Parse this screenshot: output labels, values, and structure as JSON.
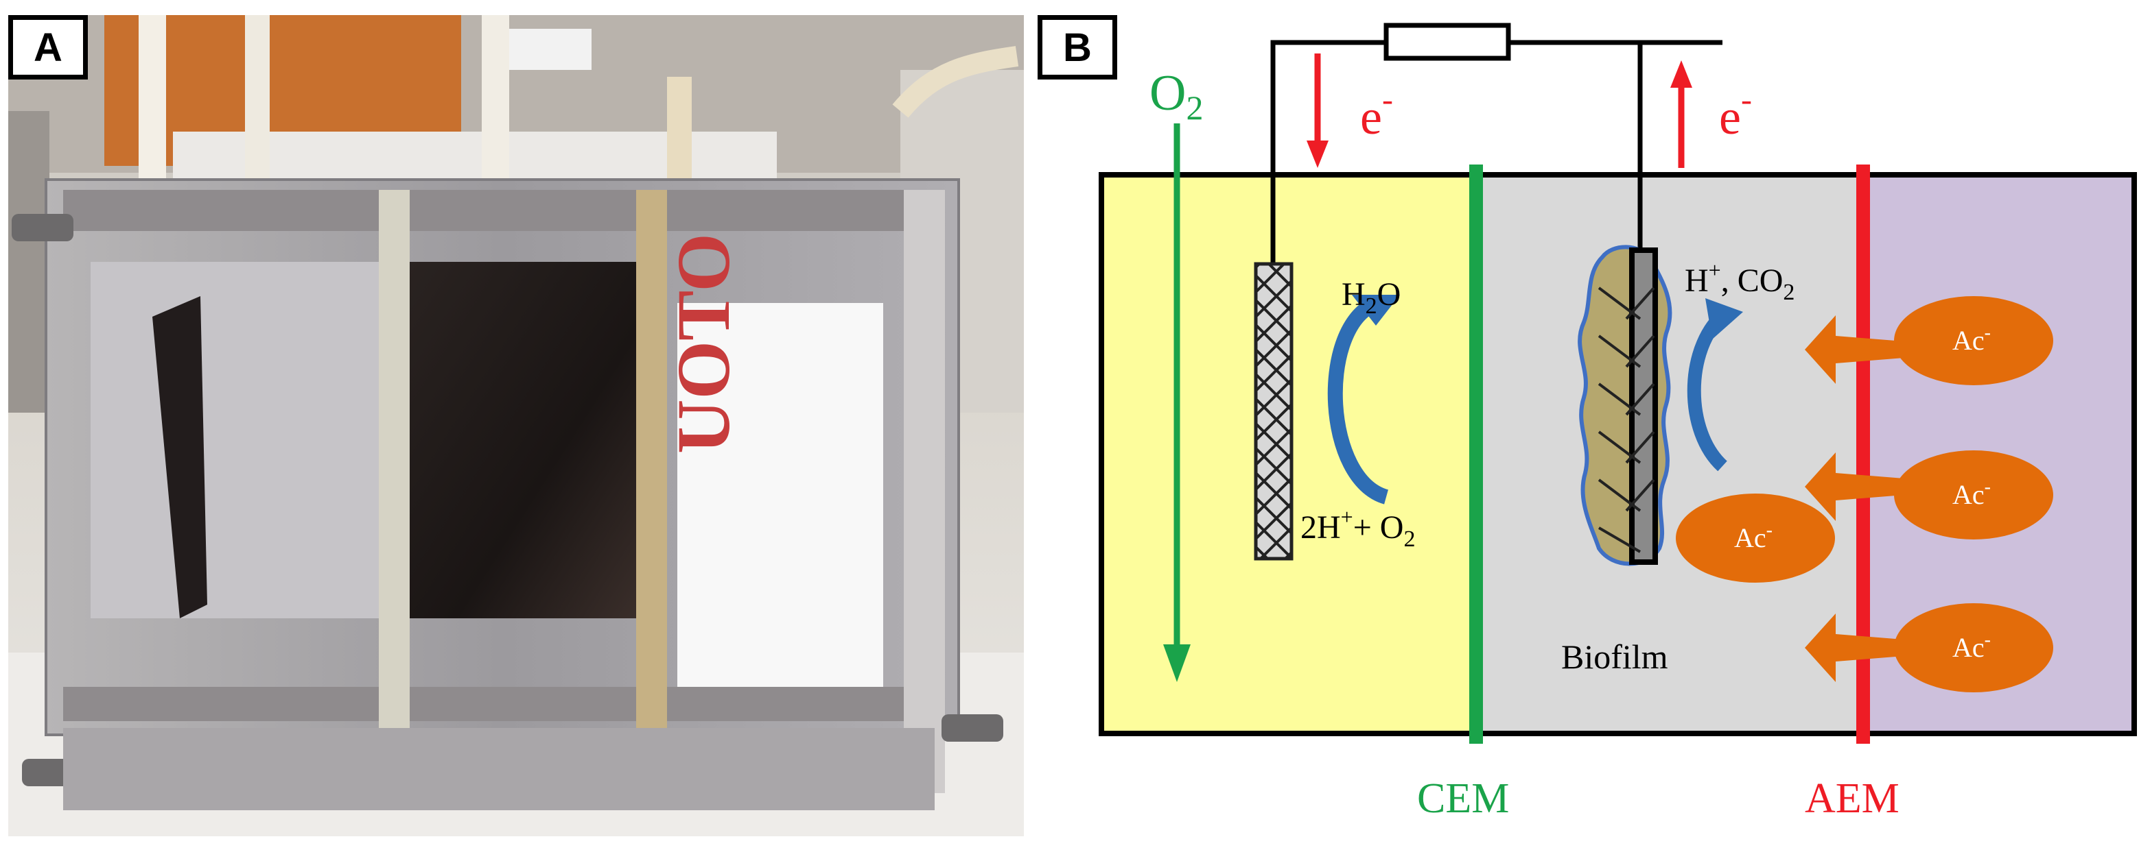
{
  "panel_a": {
    "label": "A",
    "photo_text": "UOTO"
  },
  "panel_b": {
    "label": "B",
    "o2": "O",
    "o2_sub": "2",
    "electron_left": "e",
    "electron_right": "e",
    "electron_sup": "-",
    "cathode_top": "H",
    "cathode_top_sub": "2",
    "cathode_top_tail": "O",
    "cathode_bottom_a": "2H",
    "cathode_bottom_sup": "+",
    "cathode_bottom_b": "+ O",
    "cathode_bottom_sub": "2",
    "anode_h": "H",
    "anode_h_sup": "+",
    "anode_co": ", CO",
    "anode_co_sub": "2",
    "acetate": "Ac",
    "acetate_sup": "-",
    "biofilm": "Biofilm",
    "cem": "CEM",
    "aem": "AEM"
  },
  "colors": {
    "cathode_chamber": "#fdfd9c",
    "anode_chamber": "#d9d9d9",
    "feed_chamber": "#cdc0dc",
    "cem": "#1aa34a",
    "aem": "#ee1c25",
    "electron_arrow": "#ee1c25",
    "acetate": "#e36c0a",
    "curved_arrow": "#2e6db4"
  }
}
